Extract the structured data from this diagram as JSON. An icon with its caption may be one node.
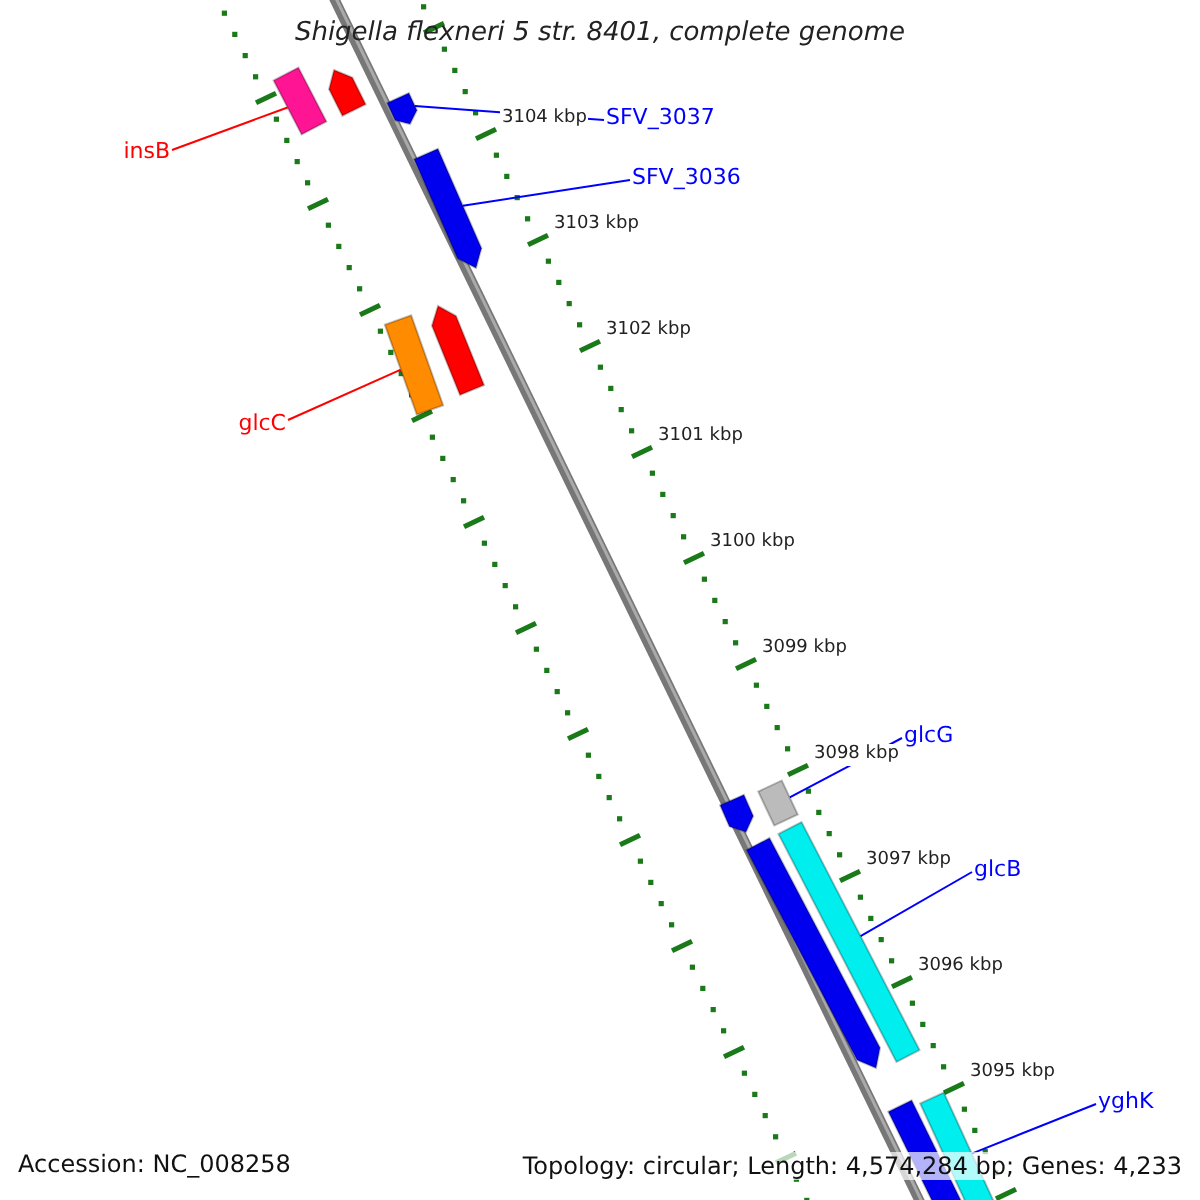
{
  "diagram": {
    "title": "Shigella flexneri 5 str. 8401, complete genome",
    "nodes": [
      {
        "text": [
          "insB"
        ]
      },
      {
        "text": [
          "SFV_3037"
        ]
      },
      {
        "text": [
          "SFV_3036"
        ]
      },
      {
        "text": [
          "glcC"
        ]
      },
      {
        "text": [
          "glcG"
        ]
      },
      {
        "text": [
          "glcB"
        ]
      },
      {
        "text": [
          "yghK"
        ]
      },
      {
        "text": [],
        "shape": "bar"
      },
      {
        "text": [],
        "shape": "bar"
      },
      {
        "text": [],
        "shape": "bar"
      },
      {
        "text": [],
        "shape": "bar"
      },
      {
        "text": [],
        "shape": "bar"
      },
      {
        "text": [],
        "shape": "bar"
      },
      {
        "text": [],
        "shape": "bar"
      },
      {
        "text": [],
        "shape": "bar"
      },
      {
        "text": [],
        "shape": "bar"
      },
      {
        "text": [],
        "shape": "bar"
      },
      {
        "text": [],
        "shape": "bar"
      },
      {
        "text": [],
        "shape": "bar"
      }
    ],
    "edges": [
      {
        "from": 0,
        "to": 7,
        "arrow": "none",
        "color": "#ff0000"
      },
      {
        "from": 1,
        "to": 9,
        "arrow": "none"
      },
      {
        "from": 2,
        "to": 10,
        "arrow": "none"
      },
      {
        "from": 3,
        "to": 11,
        "arrow": "none",
        "color": "#ff0000"
      },
      {
        "from": 4,
        "to": 13,
        "arrow": "none"
      },
      {
        "from": 5,
        "to": 15,
        "arrow": "none"
      },
      {
        "from": 6,
        "to": 17,
        "arrow": "none"
      }
    ],
    "labels": [
      "3104 kbp",
      "3103 kbp",
      "3102 kbp",
      "3101 kbp",
      "3100 kbp",
      "3099 kbp",
      "3098 kbp",
      "3097 kbp",
      "3096 kbp",
      "3095 kbp",
      "Accession: NC_008258",
      "Topology: circular; Length: 4,574,284 bp; Genes: 4,233"
    ]
  }
}
